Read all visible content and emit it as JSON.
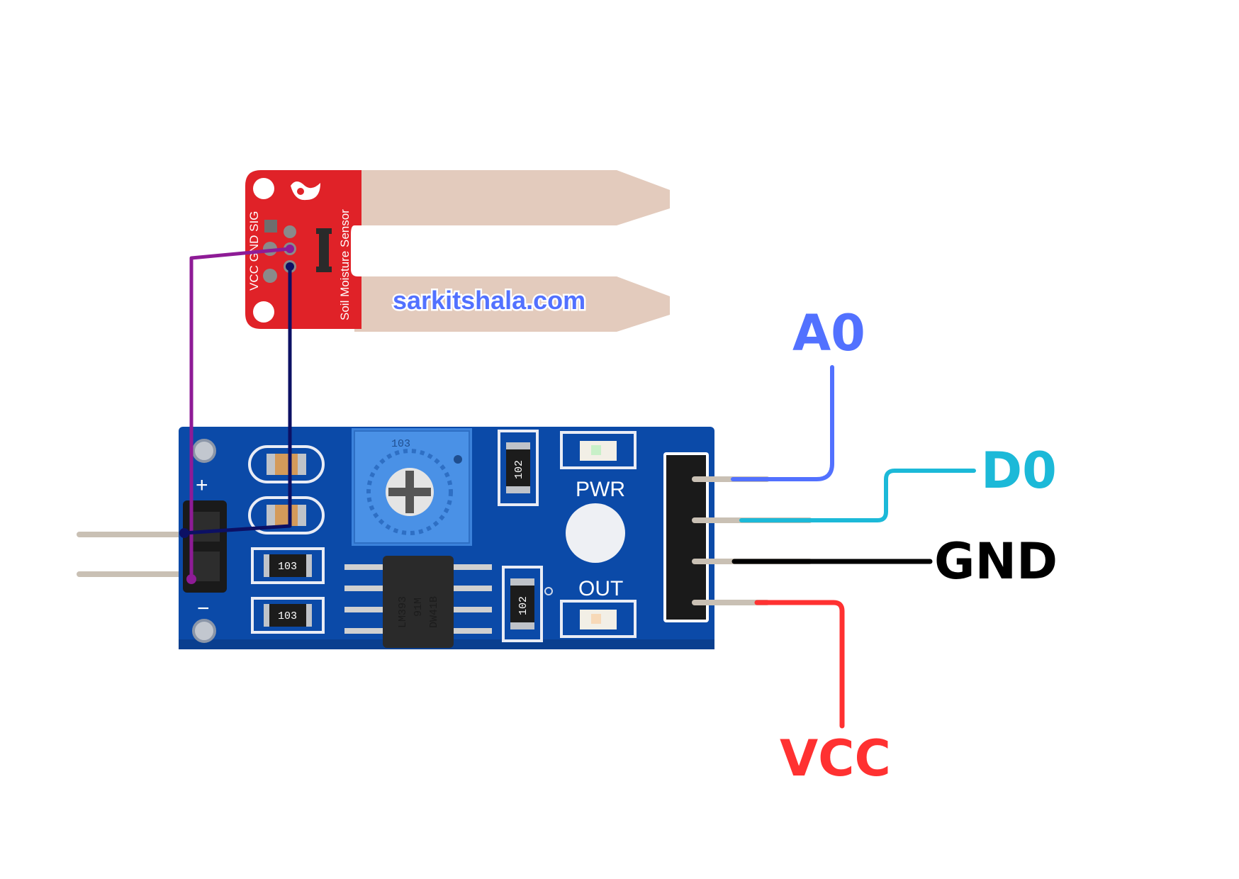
{
  "watermark": "sarkitshala.com",
  "probe": {
    "pin_silkscreen": "VCC GND SIG",
    "board_name": "Soil Moisture Sensor"
  },
  "module": {
    "plus_mark": "+",
    "minus_mark": "−",
    "pwr_led_label": "PWR",
    "out_led_label": "OUT",
    "ic_marking": [
      "LM393",
      "91M",
      "DW41B"
    ],
    "resistor_marks": [
      "103",
      "103",
      "102",
      "102"
    ],
    "pot_marking": "103"
  },
  "pins": [
    {
      "label": "A0",
      "color": "#5271ff"
    },
    {
      "label": "D0",
      "color": "#1cb9d8"
    },
    {
      "label": "GND",
      "color": "#000000"
    },
    {
      "label": "VCC",
      "color": "#ff3131"
    }
  ],
  "wire_colors": {
    "probe_positive": "#8e1b96",
    "probe_negative": "#0c1064"
  },
  "colors": {
    "probe_pcb": "#e02228",
    "module_pcb": "#0b4aa8",
    "probe_prongs": "#e3cbbd"
  }
}
